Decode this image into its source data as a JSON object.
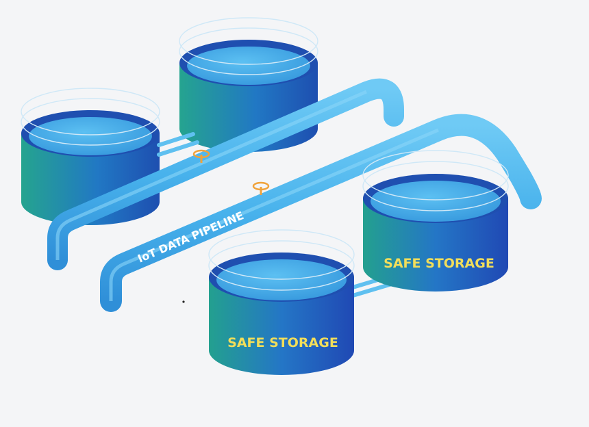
{
  "pipeline": {
    "label": "IoT DATA PIPELINE"
  },
  "tanks": [
    {
      "label": ""
    },
    {
      "label": ""
    },
    {
      "label": "SAFE STORAGE"
    },
    {
      "label": "SAFE STORAGE"
    }
  ],
  "colors": {
    "background": "#f4f5f7",
    "tank_top": "#1f5bb8",
    "tank_bottom_teal": "#1f9d92",
    "water": "#4fb3ee",
    "pipe": "#48b6ee",
    "pipe_dark": "#2d8fd6",
    "label_yellow": "#f2de5a",
    "pipeline_text": "#ffffff",
    "valve": "#f0a23a"
  }
}
